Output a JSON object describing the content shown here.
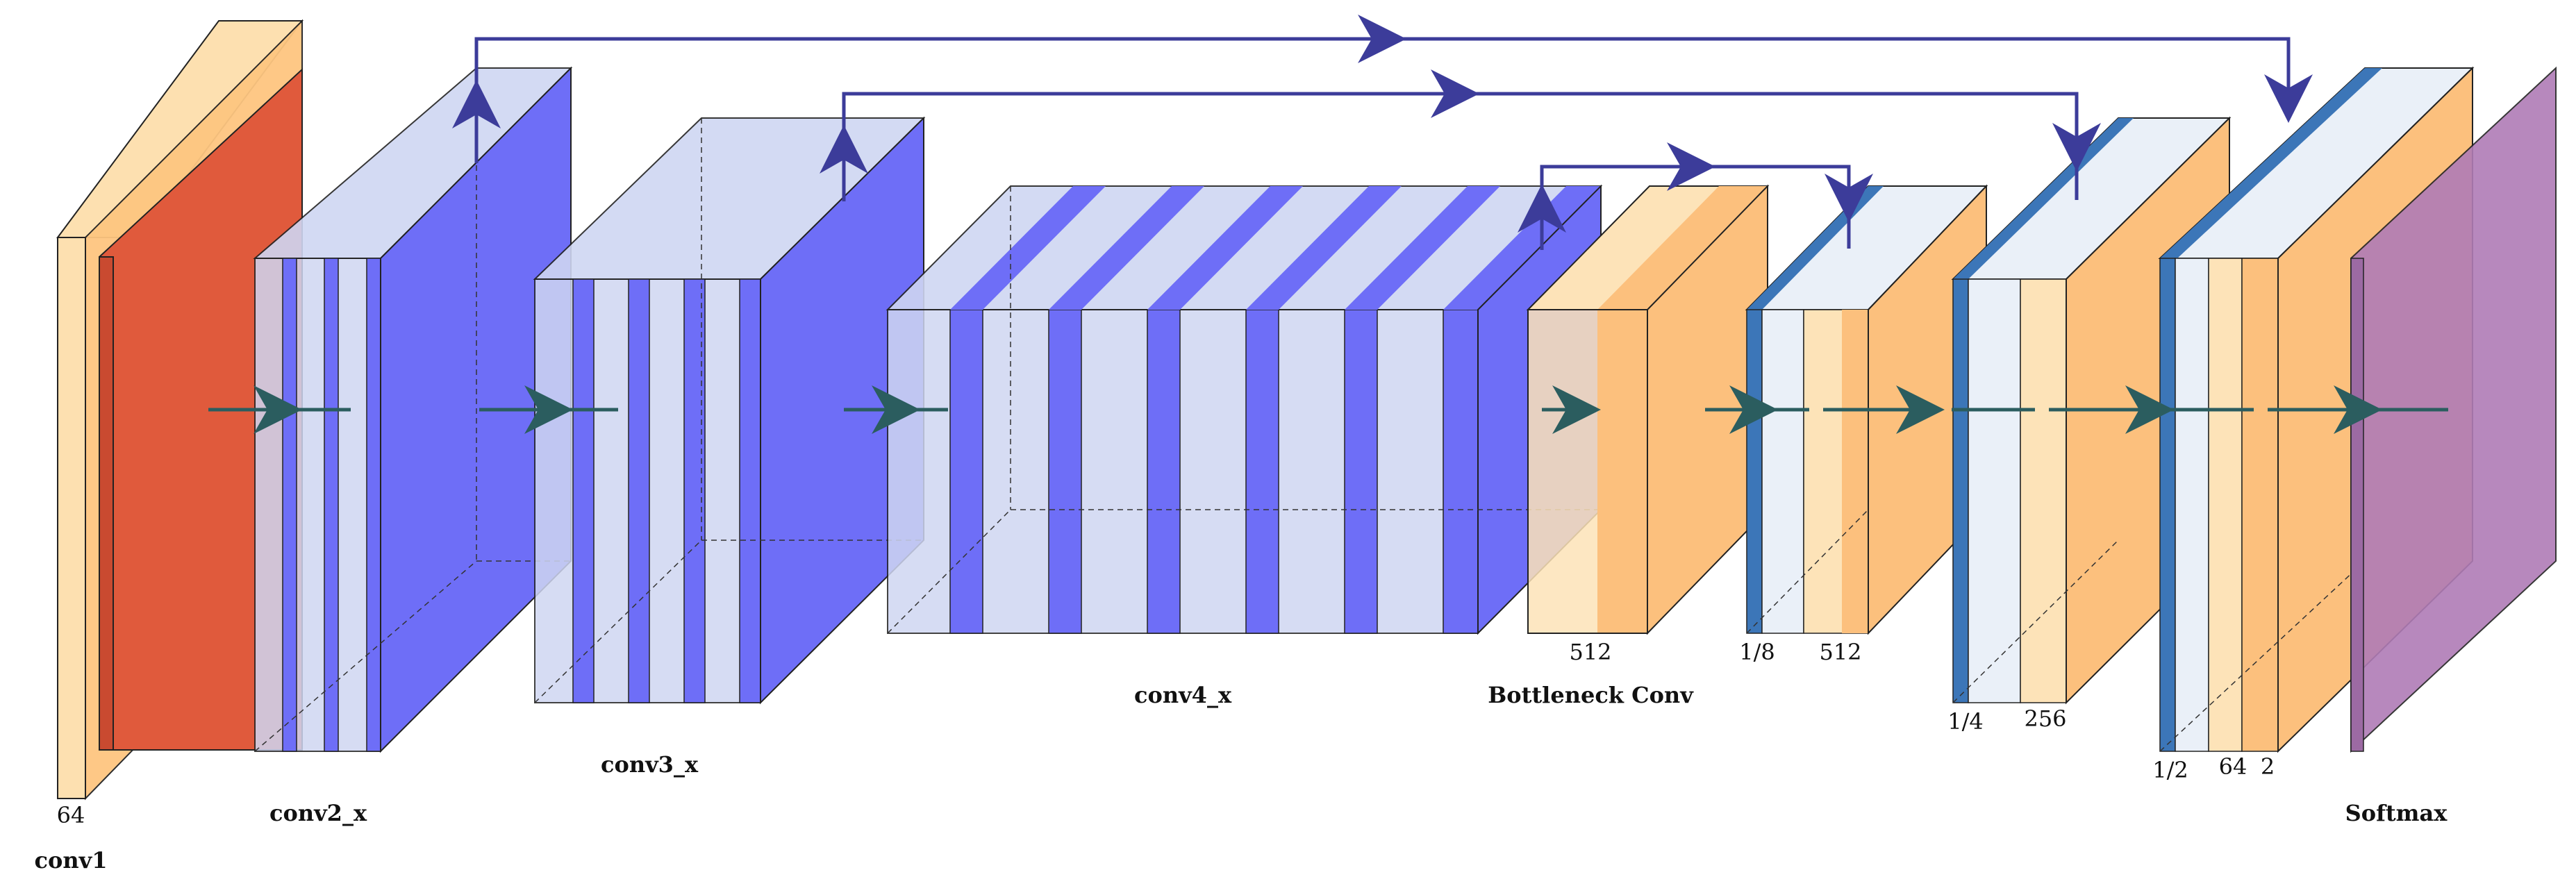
{
  "labels": {
    "conv1": "conv1",
    "conv1_dim": "64",
    "conv2": "conv2_x",
    "conv3": "conv3_x",
    "conv4": "conv4_x",
    "bottleneck": "Bottleneck Conv",
    "bottleneck_dim": "512",
    "up1_scale": "1/8",
    "up1_dim": "512",
    "up2_scale": "1/4",
    "up2_dim": "256",
    "up3_scale": "1/2",
    "up3_dim_a": "64",
    "up3_dim_b": "2",
    "softmax": "Softmax"
  },
  "colors": {
    "conv": "#6e6ef7",
    "conv_light": "#cfd6f2",
    "conv1_orange": "#fec680",
    "conv1_red": "#e05a3c",
    "bottleneck": "#fcc07d",
    "upsample_blue": "#3c76b8",
    "upsample_light": "#eaf0f8",
    "softmax": "#b07cb6",
    "flow_arrow": "#2b5d5f",
    "skip_arrow": "#3c3c9a"
  }
}
